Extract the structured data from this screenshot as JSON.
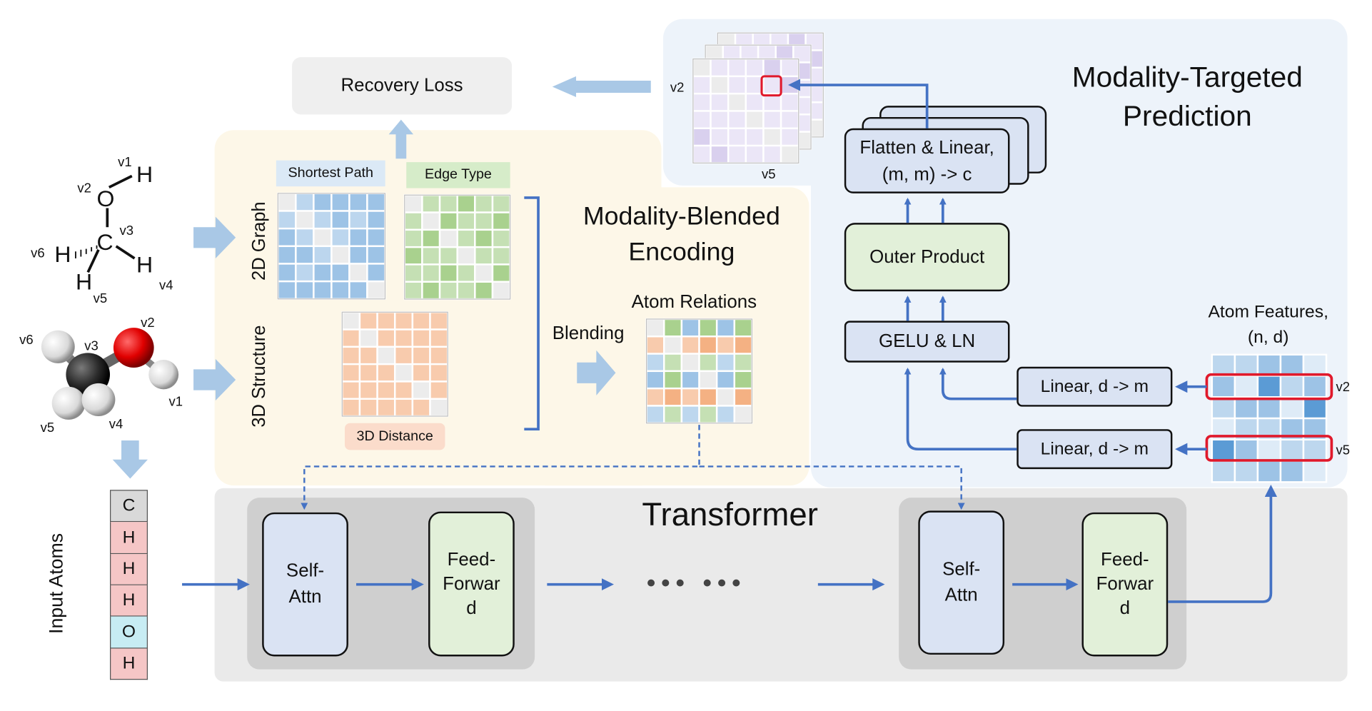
{
  "recovery_loss": "Recovery Loss",
  "prediction": {
    "title_line1": "Modality-Targeted",
    "title_line2": "Prediction",
    "grid_label_left": "v2",
    "grid_label_bottom": "v5"
  },
  "encoding": {
    "title_line1": "Modality-Blended",
    "title_line2": "Encoding",
    "row_2d": "2D Graph",
    "row_3d": "3D Structure",
    "shortest_path": "Shortest Path",
    "edge_type": "Edge Type",
    "distance_3d": "3D Distance",
    "blending": "Blending",
    "atom_relations": "Atom Relations"
  },
  "molecule_2d": {
    "v1": "v1",
    "v2": "v2",
    "v3": "v3",
    "v4": "v4",
    "v5": "v5",
    "v6": "v6",
    "atom_O": "O",
    "atom_C": "C",
    "atom_H": "H"
  },
  "molecule_3d": {
    "v1": "v1",
    "v2": "v2",
    "v3": "v3",
    "v4": "v4",
    "v5": "v5",
    "v6": "v6"
  },
  "input_atoms": {
    "label": "Input Atoms",
    "atoms": [
      "C",
      "H",
      "H",
      "H",
      "O",
      "H"
    ]
  },
  "transformer": {
    "title": "Transformer",
    "self_attn": "Self-\nAttn",
    "feed_forward": "Feed-\nForwar\nd",
    "ellipsis": "•••   •••"
  },
  "right": {
    "flatten": "Flatten & Linear,\n(m, m) -> c",
    "outer_product": "Outer Product",
    "gelu_ln": "GELU & LN",
    "linear_top": "Linear, d -> m",
    "linear_bottom": "Linear, d -> m",
    "atom_features": "Atom Features,\n(n, d)",
    "feat_v2": "v2",
    "feat_v5": "v5"
  },
  "colors": {
    "blue_panel": "#edf3fa",
    "yellow_panel": "#fdf7e8",
    "gray_panel": "#eaeaea",
    "light_blue_box": "#dae5f5",
    "green_box": "#e1f0d9",
    "arrow_blue": "#4472c4",
    "pale_arrow": "#a9c8e6",
    "red_highlight": "#e0192b"
  }
}
